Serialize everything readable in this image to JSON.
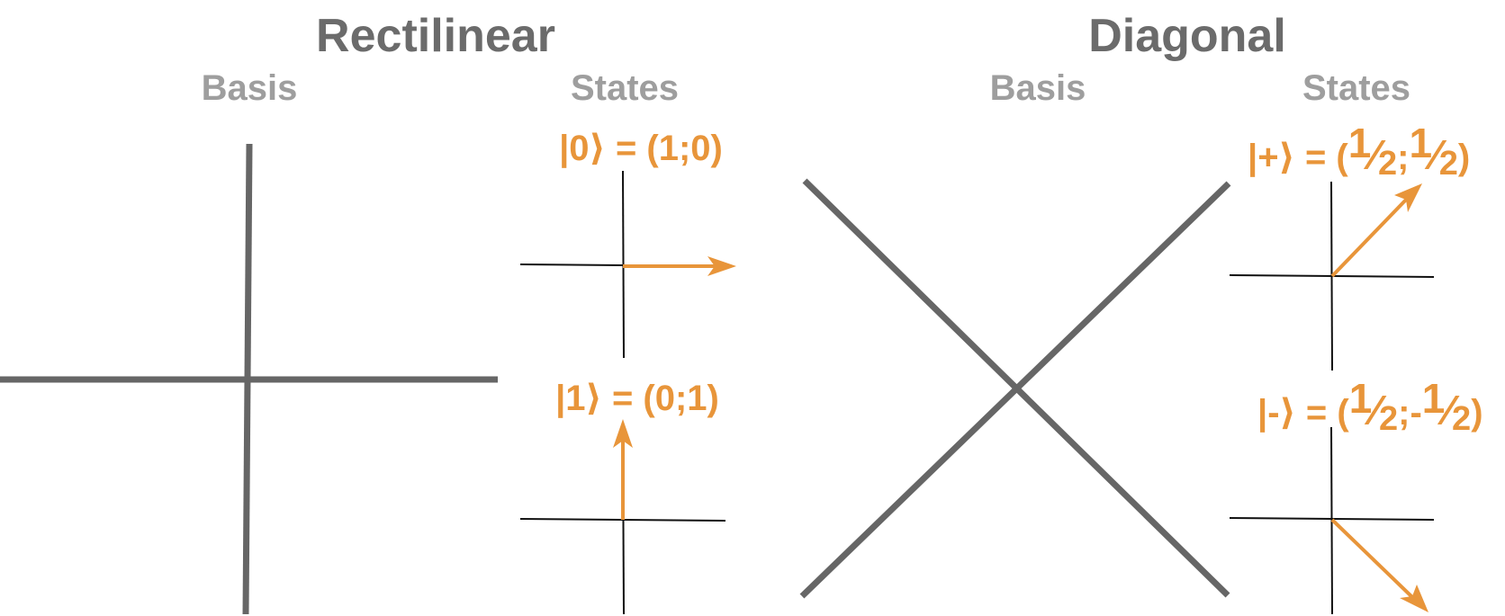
{
  "diagram": {
    "rectilinear": {
      "title": "Rectilinear",
      "basis_label": "Basis",
      "states_label": "States",
      "state_zero": "|0⟩ = (1;0)",
      "state_one": "|1⟩ = (0;1)"
    },
    "diagonal": {
      "title": "Diagonal",
      "basis_label": "Basis",
      "states_label": "States",
      "state_plus": {
        "prefix": "|+⟩ = (",
        "num1": "1",
        "slash1": "⁄",
        "den1": "2",
        "sep": ";",
        "num2": "1",
        "slash2": "⁄",
        "den2": "2",
        "suffix": ")"
      },
      "state_minus": {
        "prefix": "|-⟩ = (",
        "num1": "1",
        "slash1": "⁄",
        "den1": "2",
        "sep": ";-",
        "num2": "1",
        "slash2": "⁄",
        "den2": "2",
        "suffix": ")"
      }
    },
    "colors": {
      "title": "#6b6b6b",
      "label": "#9e9e9e",
      "state": "#e8953a",
      "basis_line": "#666666",
      "axis_line": "#111111"
    }
  }
}
